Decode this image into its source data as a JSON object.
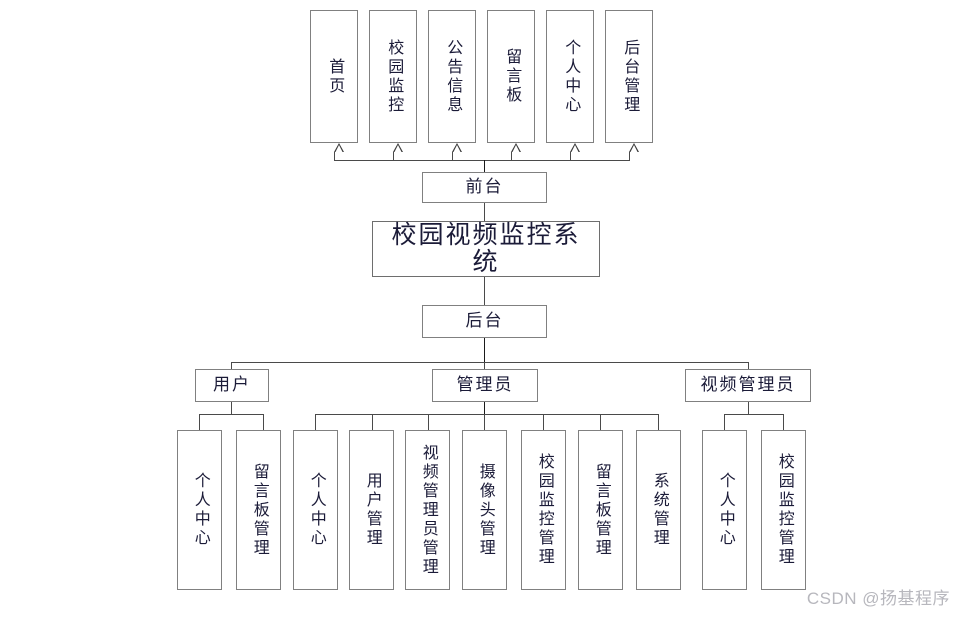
{
  "diagram": {
    "title": "校园视频监控系统",
    "root": {
      "label": "校园视频监控系统"
    },
    "branches": [
      {
        "label": "前台"
      },
      {
        "label": "后台"
      }
    ],
    "frontend_modules": [
      {
        "label": "首页"
      },
      {
        "label": "校园监控"
      },
      {
        "label": "公告信息"
      },
      {
        "label": "留言板"
      },
      {
        "label": "个人中心"
      },
      {
        "label": "后台管理"
      }
    ],
    "roles": [
      {
        "label": "用户"
      },
      {
        "label": "管理员"
      },
      {
        "label": "视频管理员"
      }
    ],
    "user_modules": [
      {
        "label": "个人中心"
      },
      {
        "label": "留言板管理"
      }
    ],
    "admin_modules": [
      {
        "label": "个人中心"
      },
      {
        "label": "用户管理"
      },
      {
        "label": "视频管理员管理"
      },
      {
        "label": "摄像头管理"
      },
      {
        "label": "校园监控管理"
      },
      {
        "label": "留言板管理"
      },
      {
        "label": "系统管理"
      }
    ],
    "video_admin_modules": [
      {
        "label": "个人中心"
      },
      {
        "label": "校园监控管理"
      }
    ]
  },
  "watermark": {
    "text": "CSDN @扬基程序"
  },
  "colors": {
    "background": "#ffffff",
    "box_border": "#808080",
    "connector": "#4a4a4a",
    "text": "#1b1b38",
    "watermark": "#b7b7bd"
  }
}
